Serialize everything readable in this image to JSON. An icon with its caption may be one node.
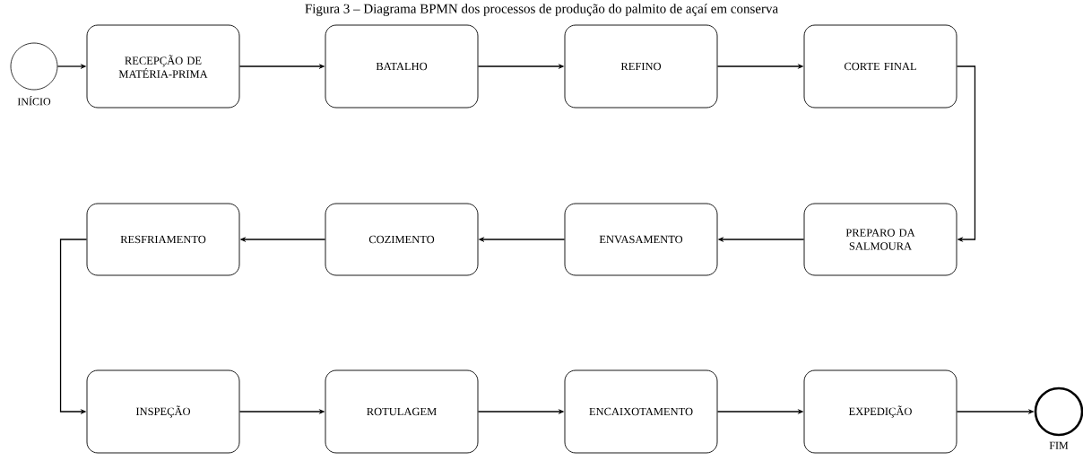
{
  "diagram": {
    "title": "Figura 3 – Diagrama BPMN dos processos de produção do palmito de açaí em conserva",
    "nodes": [
      {
        "text": [
          "INÍCIO"
        ]
      },
      {
        "text": [
          "RECEPÇÃO DE MATÉRIA-PRIMA"
        ]
      },
      {
        "text": [
          "BATALHO"
        ]
      },
      {
        "text": [
          "REFINO"
        ]
      },
      {
        "text": [
          "CORTE FINAL"
        ]
      },
      {
        "text": [
          "PREPARO DA SALMOURA"
        ]
      },
      {
        "text": [
          "ENVASAMENTO"
        ]
      },
      {
        "text": [
          "COZIMENTO"
        ]
      },
      {
        "text": [
          "RESFRIAMENTO"
        ]
      },
      {
        "text": [
          "INSPEÇÃO"
        ]
      },
      {
        "text": [
          "ROTULAGEM"
        ]
      },
      {
        "text": [
          "ENCAIXOTAMENTO"
        ]
      },
      {
        "text": [
          "EXPEDIÇÃO"
        ]
      },
      {
        "text": [
          "FIM"
        ]
      }
    ],
    "edges": [
      {
        "from": 0,
        "to": 1,
        "arrow": "to"
      },
      {
        "from": 1,
        "to": 2,
        "arrow": "to"
      },
      {
        "from": 2,
        "to": 3,
        "arrow": "to"
      },
      {
        "from": 3,
        "to": 4,
        "arrow": "to"
      },
      {
        "from": 4,
        "to": 5,
        "arrow": "to"
      },
      {
        "from": 5,
        "to": 6,
        "arrow": "to"
      },
      {
        "from": 6,
        "to": 7,
        "arrow": "to"
      },
      {
        "from": 7,
        "to": 8,
        "arrow": "to"
      },
      {
        "from": 8,
        "to": 9,
        "arrow": "to"
      },
      {
        "from": 9,
        "to": 10,
        "arrow": "to"
      },
      {
        "from": 10,
        "to": 11,
        "arrow": "to"
      },
      {
        "from": 11,
        "to": 12,
        "arrow": "to"
      },
      {
        "from": 12,
        "to": 13,
        "arrow": "to"
      }
    ]
  }
}
